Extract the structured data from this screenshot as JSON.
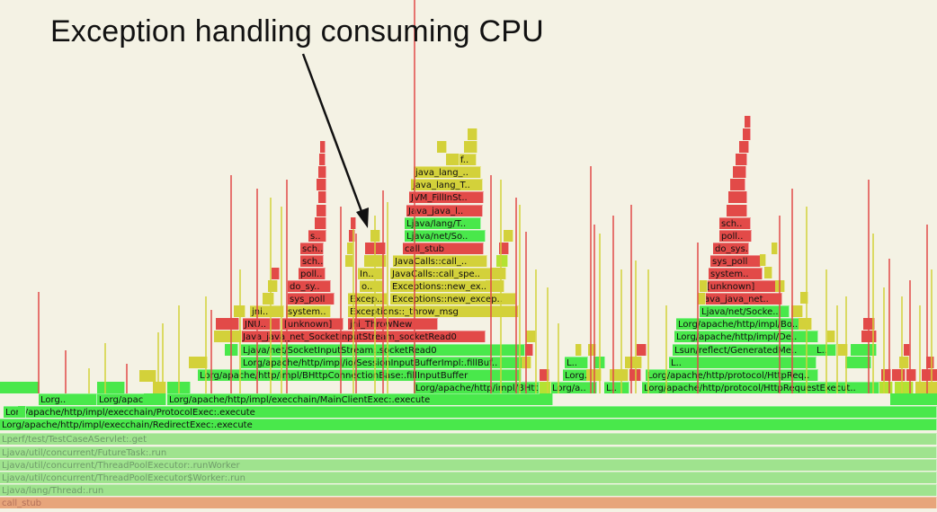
{
  "annotation": {
    "title": "Exception handling consuming CPU"
  },
  "flame_graph": {
    "colors": {
      "java_green": "#49e84b",
      "jvm_yellow": "#d3d13a",
      "native_red": "#e24a48",
      "faded_green": "#9fe38e",
      "faded_orange": "#e7a57b",
      "background": "#f4f2e4"
    },
    "frames": [
      {
        "label": "call_stub",
        "cls": "fadeo"
      },
      {
        "label": "Ljava/lang/Thread:.run",
        "cls": "fade"
      },
      {
        "label": "Ljava/util/concurrent/ThreadPoolExecutor$Worker:.run",
        "cls": "fade"
      },
      {
        "label": "Ljava/util/concurrent/ThreadPoolExecutor:.runWorker",
        "cls": "fade"
      },
      {
        "label": "Ljava/util/concurrent/FutureTask:.run",
        "cls": "fade"
      },
      {
        "label": "Lperf/test/TestCaseAServlet:.get",
        "cls": "fade"
      },
      {
        "label": "Lorg/apache/http/impl/execchain/RedirectExec:.execute",
        "cls": "g"
      },
      {
        "label": "Lorg/apache/http/impl/execchain/ProtocolExec:.execute",
        "cls": "g"
      },
      {
        "label": "Lorg/apache/http/impl/execchain/MainClientExec:.execute",
        "cls": "g"
      },
      {
        "label": "Lorg..",
        "cls": "g"
      },
      {
        "label": "Lorg/apach..",
        "cls": "g"
      },
      {
        "label": "Lorg/apache/http/impl/BHttpConnectionBase:.isStale",
        "cls": "g"
      },
      {
        "label": "Lorg/apache/http/impl/BHttpConnectionBase:.fillInputBuffer",
        "cls": "g"
      },
      {
        "label": "Lorg/apache/http/impl/io/SessionInputBufferImpl:.fillBuf..",
        "cls": "g"
      },
      {
        "label": "Ljava/net/SocketInputStream:.socketRead0",
        "cls": "g"
      },
      {
        "label": "Java_java_net_SocketInputStream_socketRead0",
        "cls": "r"
      },
      {
        "label": "JNU..",
        "cls": "r"
      },
      {
        "label": "[unknown]",
        "cls": "r"
      },
      {
        "label": "jni_ThrowNew",
        "cls": "r"
      },
      {
        "label": "Exceptions::_throw_msg",
        "cls": "y"
      },
      {
        "label": "Excep..",
        "cls": "y"
      },
      {
        "label": "Exceptions::new_excep..",
        "cls": "y"
      },
      {
        "label": "Exceptions::new_ex..",
        "cls": "y"
      },
      {
        "label": "JavaCalls::call_spe..",
        "cls": "y"
      },
      {
        "label": "JavaCalls::call_..",
        "cls": "y"
      },
      {
        "label": "call_stub",
        "cls": "r"
      },
      {
        "label": "Ljava/net/So..",
        "cls": "g"
      },
      {
        "label": "Ljava/lang/T..",
        "cls": "g"
      },
      {
        "label": "Java_java_l..",
        "cls": "r"
      },
      {
        "label": "JVM_FillInSt..",
        "cls": "r"
      },
      {
        "label": "java_lang_T..",
        "cls": "y"
      },
      {
        "label": "java_lang_..",
        "cls": "y"
      },
      {
        "label": "f..",
        "cls": "y"
      },
      {
        "label": "In..",
        "cls": "y"
      },
      {
        "label": "o..",
        "cls": "y"
      },
      {
        "label": "jni..",
        "cls": "y"
      },
      {
        "label": "system..",
        "cls": "y"
      },
      {
        "label": "sys_poll",
        "cls": "r"
      },
      {
        "label": "do_sy..",
        "cls": "r"
      },
      {
        "label": "poll..",
        "cls": "r"
      },
      {
        "label": "sch..",
        "cls": "r"
      },
      {
        "label": "sch..",
        "cls": "r"
      },
      {
        "label": "s..",
        "cls": "r"
      },
      {
        "label": "Lorg/a..",
        "cls": "g"
      },
      {
        "label": "L..",
        "cls": "g"
      },
      {
        "label": "Lorg..",
        "cls": "g"
      },
      {
        "label": "L..",
        "cls": "g"
      },
      {
        "label": "Lorg/apache/http/protocol/HttpRequestExecut..",
        "cls": "g"
      },
      {
        "label": "Lorg/apache/http/protocol/HttpReq..",
        "cls": "g"
      },
      {
        "label": "L..",
        "cls": "g"
      },
      {
        "label": "Lsun/reflect/GeneratedMe..",
        "cls": "g"
      },
      {
        "label": "L..",
        "cls": "g"
      },
      {
        "label": "Lorg/apache/http/impl/De..",
        "cls": "g"
      },
      {
        "label": "Lorg/apache/http/impl/Bo..",
        "cls": "g"
      },
      {
        "label": "Ljava/net/Socke..",
        "cls": "g"
      },
      {
        "label": "Java_java_net..",
        "cls": "r"
      },
      {
        "label": "[unknown]",
        "cls": "r"
      },
      {
        "label": "system..",
        "cls": "r"
      },
      {
        "label": "sys_poll",
        "cls": "r"
      },
      {
        "label": "do_sys..",
        "cls": "r"
      },
      {
        "label": "poll..",
        "cls": "r"
      },
      {
        "label": "sch..",
        "cls": "r"
      },
      {
        "label": "sch..",
        "cls": "r"
      }
    ]
  }
}
